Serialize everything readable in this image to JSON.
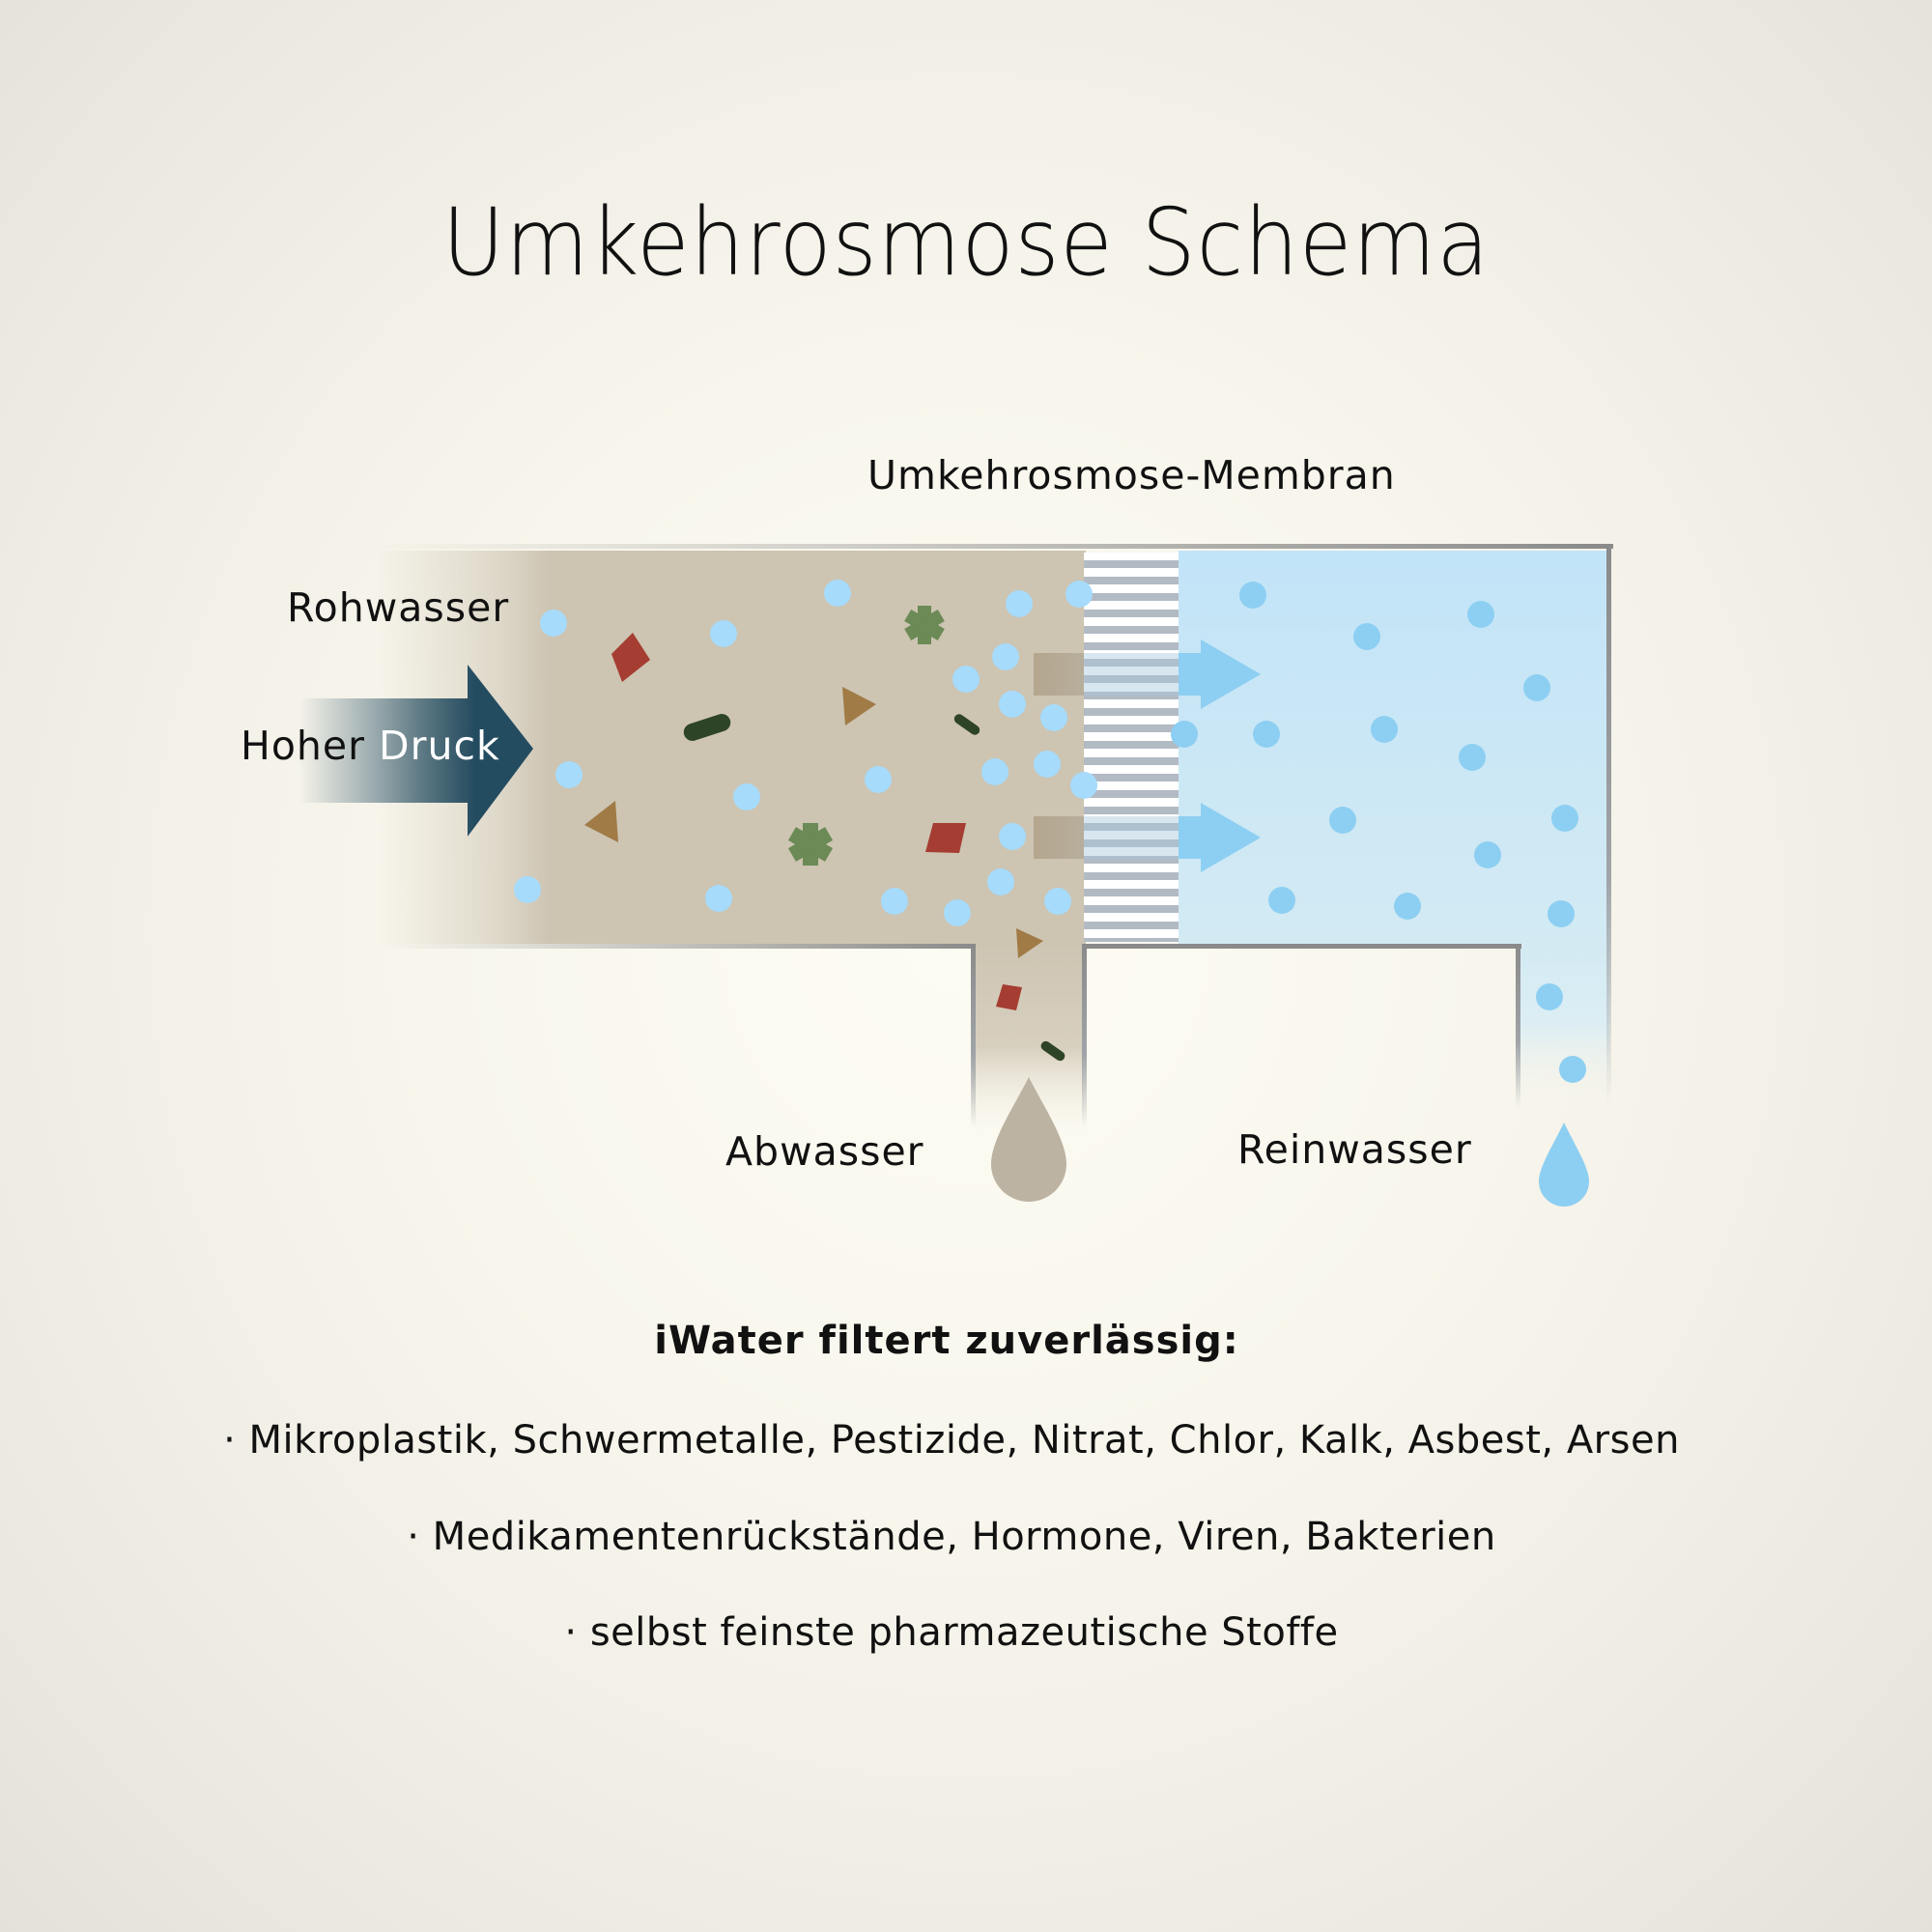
{
  "title": "Umkehrosmose Schema",
  "diagram": {
    "membrane_label": "Umkehrosmose-Membran",
    "inlet_label": "Rohwasser",
    "pressure_arrow": {
      "label_part1": "Hoher",
      "label_part2": "Druck",
      "color": "#244c60"
    },
    "waste_label": "Abwasser",
    "clean_label": "Reinwasser",
    "colors": {
      "raw_water": "#cdc4b2",
      "clean_water": "#c7e6f8",
      "water_molecule": "#a6dbfb",
      "clean_molecule": "#8dcff2",
      "pipe_wall": "#8a8a8a",
      "contaminant_red": "#a63d32",
      "contaminant_brown": "#a07b46",
      "contaminant_green": "#6b8a55",
      "contaminant_dark": "#2e4426",
      "waste_drop": "#bdb3a2",
      "clean_drop": "#8dcff2"
    }
  },
  "filter_info": {
    "heading": "iWater filtert zuverlässig:",
    "items": [
      "· Mikroplastik, Schwermetalle, Pestizide, Nitrat, Chlor, Kalk, Asbest, Arsen",
      "· Medikamentenrückstände, Hormone, Viren, Bakterien",
      "· selbst feinste pharmazeutische Stoffe"
    ]
  }
}
